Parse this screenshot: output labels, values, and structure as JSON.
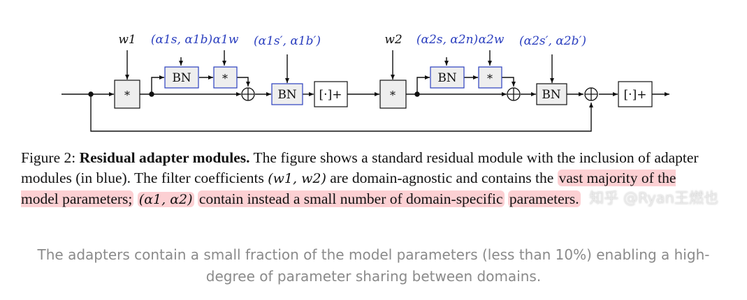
{
  "diagram": {
    "labels": {
      "w1": "w1",
      "w2": "w2",
      "a1_sb": "(α1s, α1b)",
      "a1_w": "α1w",
      "a1_prime": "(α1s′, α1b′)",
      "a2_sn": "(α2s, α2n)",
      "a2_w": "α2w",
      "a2_prime": "(α2s′, α2b′)"
    },
    "blocks": {
      "mult": "*",
      "bn": "BN",
      "relu": "[·]+",
      "add": "⊕"
    },
    "colors": {
      "blue": "#2b3fbf",
      "box_fill": "#eeeeee",
      "line": "#111111"
    }
  },
  "caption": {
    "prefix": "Figure 2:",
    "bold": "Residual adapter modules.",
    "text1": "The figure shows a standard residual module with the inclusion of adapter modules (in blue). The filter coefficients",
    "math_w": "(w1, w2)",
    "text2": "are domain-agnostic and contains the",
    "hl1": "vast majority of the model parameters;",
    "math_a": "(α1, α2)",
    "hl2": "contain instead a small number of domain-specific",
    "hl3": "parameters."
  },
  "watermark": "知乎 @Ryan王燃也",
  "subcaption": "The adapters contain a small fraction of the model parameters (less than 10%) enabling a high-degree of parameter sharing between domains."
}
